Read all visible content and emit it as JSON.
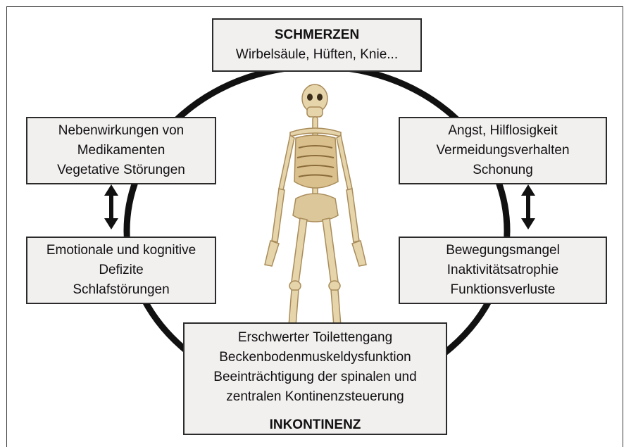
{
  "top": {
    "title": "SCHMERZEN",
    "subtitle": "Wirbelsäule, Hüften, Knie..."
  },
  "left_upper": {
    "lines": [
      "Nebenwirkungen von",
      "Medikamenten",
      "Vegetative Störungen"
    ]
  },
  "left_lower": {
    "lines": [
      "Emotionale und kognitive",
      "Defizite",
      "Schlafstörungen"
    ]
  },
  "right_upper": {
    "lines": [
      "Angst, Hilflosigkeit",
      "Vermeidungsverhalten",
      "Schonung"
    ]
  },
  "right_lower": {
    "lines": [
      "Bewegungsmangel",
      "Inaktivitätsatrophie",
      "Funktionsverluste"
    ]
  },
  "bottom": {
    "lines": [
      "Erschwerter Toilettengang",
      "Beckenbodenmuskeldysfunktion",
      "Beeinträchtigung der spinalen und",
      "zentralen Kontinenzsteuerung"
    ],
    "title": "INKONTINENZ"
  },
  "colors": {
    "box_fill": "#f2efef",
    "border": "#2b2b2b",
    "cycle": "#111111",
    "bone": "#e6d4ab"
  },
  "icons": {
    "center_image": "skeleton",
    "connectors": "double-arrow-vertical"
  }
}
